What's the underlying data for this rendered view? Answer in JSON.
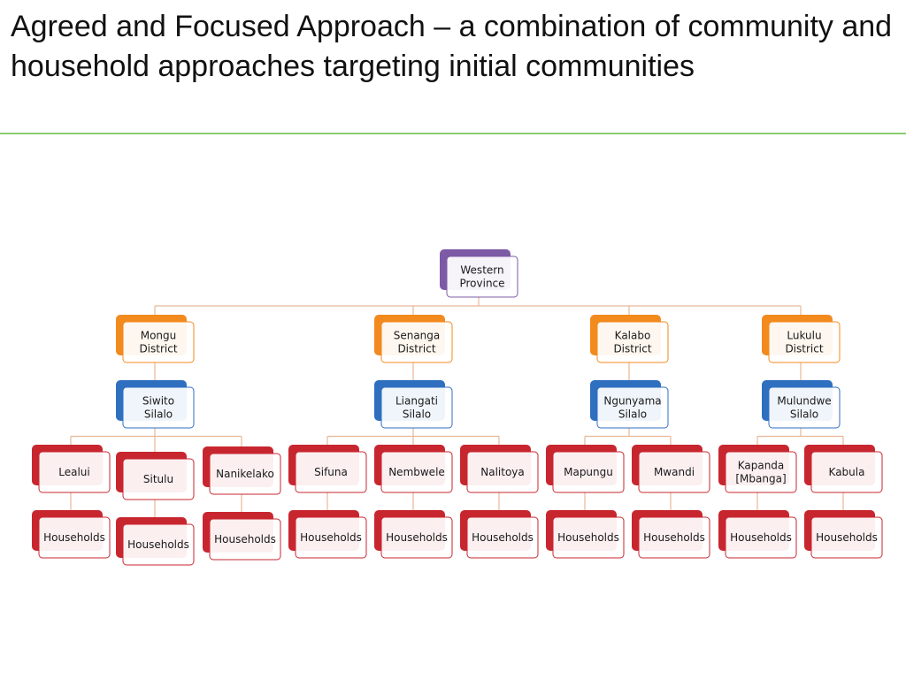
{
  "slide": {
    "title": "Agreed and Focused Approach – a combination of community and household approaches targeting initial communities"
  },
  "colors": {
    "province": "#7d5aa6",
    "district": "#f28a1e",
    "silalo": "#2f6fc0",
    "community": "#c8262f",
    "connector": "#e8b796",
    "title_rule": "#8ccd6e"
  },
  "chart_data": {
    "type": "hierarchy",
    "root": {
      "name": "Western Province",
      "level": "province",
      "children": [
        {
          "name": "Mongu District",
          "level": "district",
          "children": [
            {
              "name": "Siwito Silalo",
              "level": "silalo",
              "children": [
                {
                  "name": "Lealui",
                  "level": "community",
                  "children": [
                    {
                      "name": "Households",
                      "level": "community"
                    }
                  ]
                },
                {
                  "name": "Situlu",
                  "level": "community",
                  "children": [
                    {
                      "name": "Households",
                      "level": "community"
                    }
                  ]
                },
                {
                  "name": "Nanikelako",
                  "level": "community",
                  "children": [
                    {
                      "name": "Households",
                      "level": "community"
                    }
                  ]
                }
              ]
            }
          ]
        },
        {
          "name": "Senanga District",
          "level": "district",
          "children": [
            {
              "name": "Liangati Silalo",
              "level": "silalo",
              "children": [
                {
                  "name": "Sifuna",
                  "level": "community",
                  "children": [
                    {
                      "name": "Households",
                      "level": "community"
                    }
                  ]
                },
                {
                  "name": "Nembwele",
                  "level": "community",
                  "children": [
                    {
                      "name": "Households",
                      "level": "community"
                    }
                  ]
                },
                {
                  "name": "Nalitoya",
                  "level": "community",
                  "children": [
                    {
                      "name": "Households",
                      "level": "community"
                    }
                  ]
                }
              ]
            }
          ]
        },
        {
          "name": "Kalabo District",
          "level": "district",
          "children": [
            {
              "name": "Ngunyama Silalo",
              "level": "silalo",
              "children": [
                {
                  "name": "Mapungu",
                  "level": "community",
                  "children": [
                    {
                      "name": "Households",
                      "level": "community"
                    }
                  ]
                },
                {
                  "name": "Mwandi",
                  "level": "community",
                  "children": [
                    {
                      "name": "Households",
                      "level": "community"
                    }
                  ]
                }
              ]
            }
          ]
        },
        {
          "name": "Lukulu District",
          "level": "district",
          "children": [
            {
              "name": "Mulundwe Silalo",
              "level": "silalo",
              "children": [
                {
                  "name": "Kapanda [Mbanga]",
                  "level": "community",
                  "children": [
                    {
                      "name": "Households",
                      "level": "community"
                    }
                  ]
                },
                {
                  "name": "Kabula",
                  "level": "community",
                  "children": [
                    {
                      "name": "Households",
                      "level": "community"
                    }
                  ]
                }
              ]
            }
          ]
        }
      ]
    }
  }
}
